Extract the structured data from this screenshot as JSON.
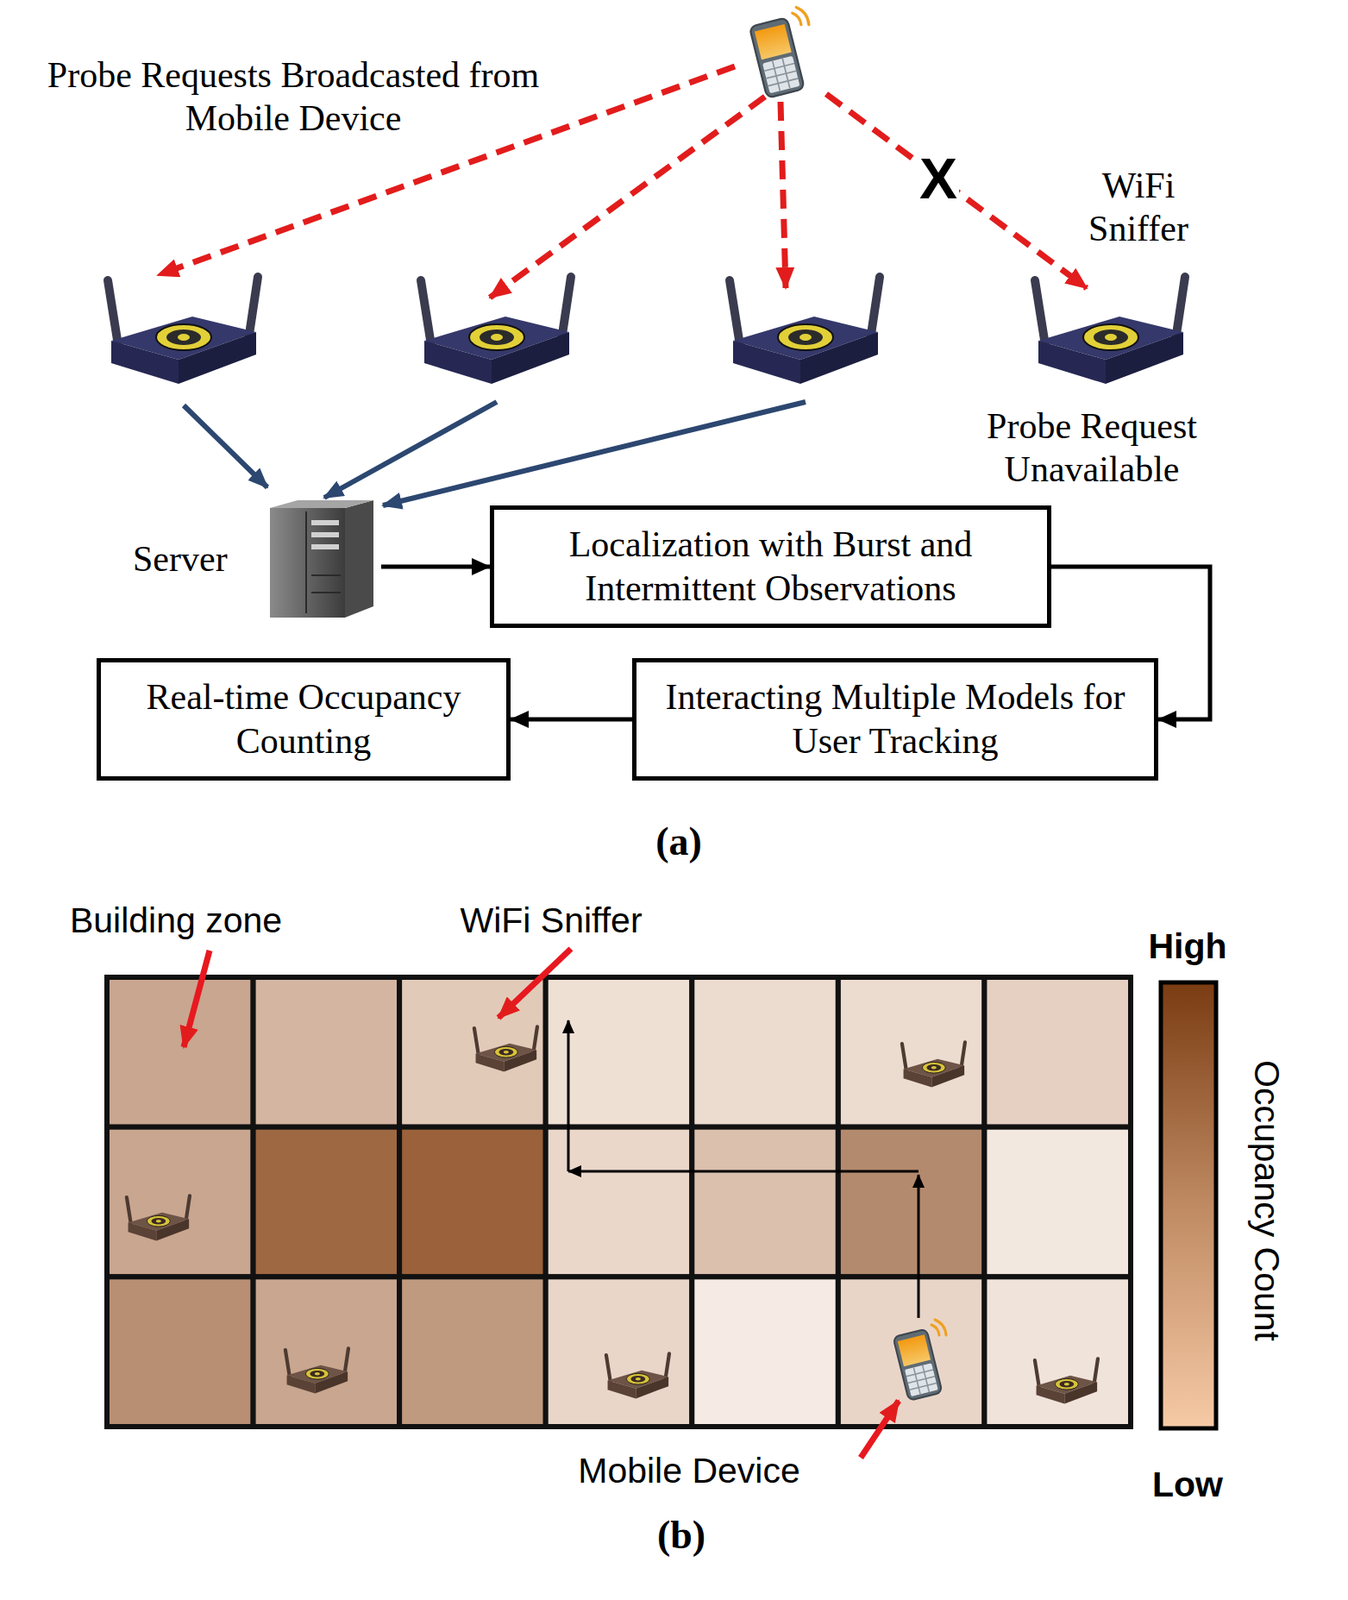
{
  "diagram": {
    "nodes": [
      {
        "text": [
          "Server"
        ]
      },
      {
        "text": [
          "Localization with Burst and Intermittent Observations"
        ]
      },
      {
        "text": [
          "Real-time Occupancy Counting"
        ]
      },
      {
        "text": [
          "Interacting Multiple Models for User Tracking"
        ]
      }
    ],
    "edges": [
      {
        "from": 0,
        "to": 1,
        "arrow": "to"
      },
      {
        "from": 1,
        "to": 3,
        "arrow": "to"
      },
      {
        "from": 3,
        "to": 2,
        "arrow": "to"
      }
    ],
    "labels": [
      "Probe Requests Broadcasted from Mobile Device",
      "X",
      "WiFi Sniffer",
      "Probe Request Unavailable",
      "(a)",
      "Building zone",
      "WiFi Sniffer",
      "High",
      "Occupancy Count",
      "Mobile Device",
      "Low",
      "(b)"
    ]
  }
}
